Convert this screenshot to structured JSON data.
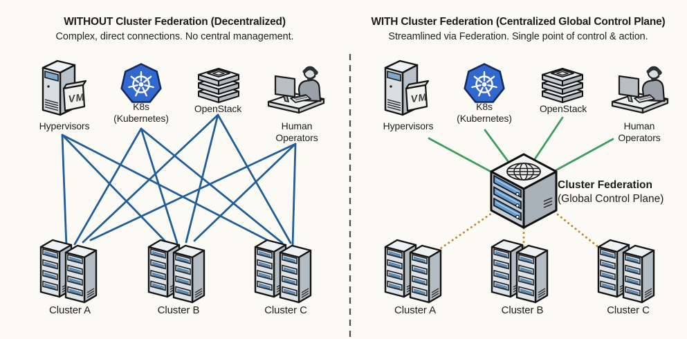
{
  "colors": {
    "background": "#fbfaf5",
    "mesh_line": "#215e98",
    "federation_line": "#3f9b5f",
    "sync_line": "#c08a2e",
    "k8s_blue": "#3168d0",
    "divider": "#4d4d4d"
  },
  "left": {
    "title": "WITHOUT Cluster Federation (Decentralized)",
    "subtitle": "Complex, direct connections. No central management.",
    "nodes": {
      "hypervisors": "Hypervisors",
      "k8s_line1": "K8s",
      "k8s_line2": "(Kubernetes)",
      "openstack": "OpenStack",
      "human_line1": "Human",
      "human_line2": "Operators"
    },
    "clusters": [
      "Cluster A",
      "Cluster B",
      "Cluster C"
    ]
  },
  "right": {
    "title": "WITH Cluster Federation (Centralized Global Control Plane)",
    "subtitle": "Streamlined via Federation. Single point of control & action.",
    "nodes": {
      "hypervisors": "Hypervisors",
      "k8s_line1": "K8s",
      "k8s_line2": "(Kubernetes)",
      "openstack": "OpenStack",
      "human_line1": "Human",
      "human_line2": "Operators"
    },
    "federation_line1": "Cluster Federation",
    "federation_line2": "(Global Control Plane)",
    "clusters": [
      "Cluster A",
      "Cluster B",
      "Cluster C"
    ]
  },
  "icons": {
    "vm_label": "VM"
  }
}
